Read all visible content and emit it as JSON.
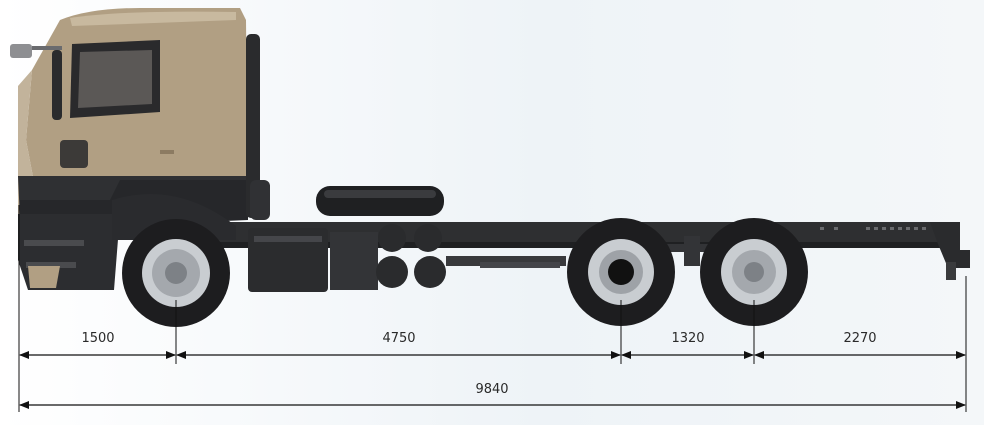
{
  "dimensions": {
    "front_overhang": "1500",
    "wheelbase_front": "4750",
    "tandem_spacing": "1320",
    "rear_overhang": "2270",
    "overall_length": "9840"
  },
  "colors": {
    "cab": "#b19f83",
    "cab_dark": "#8c7b62",
    "chassis": "#2e2f31",
    "tire": "#1d1d1f",
    "rim": "#c9cdd1",
    "dim_line": "#111111"
  }
}
